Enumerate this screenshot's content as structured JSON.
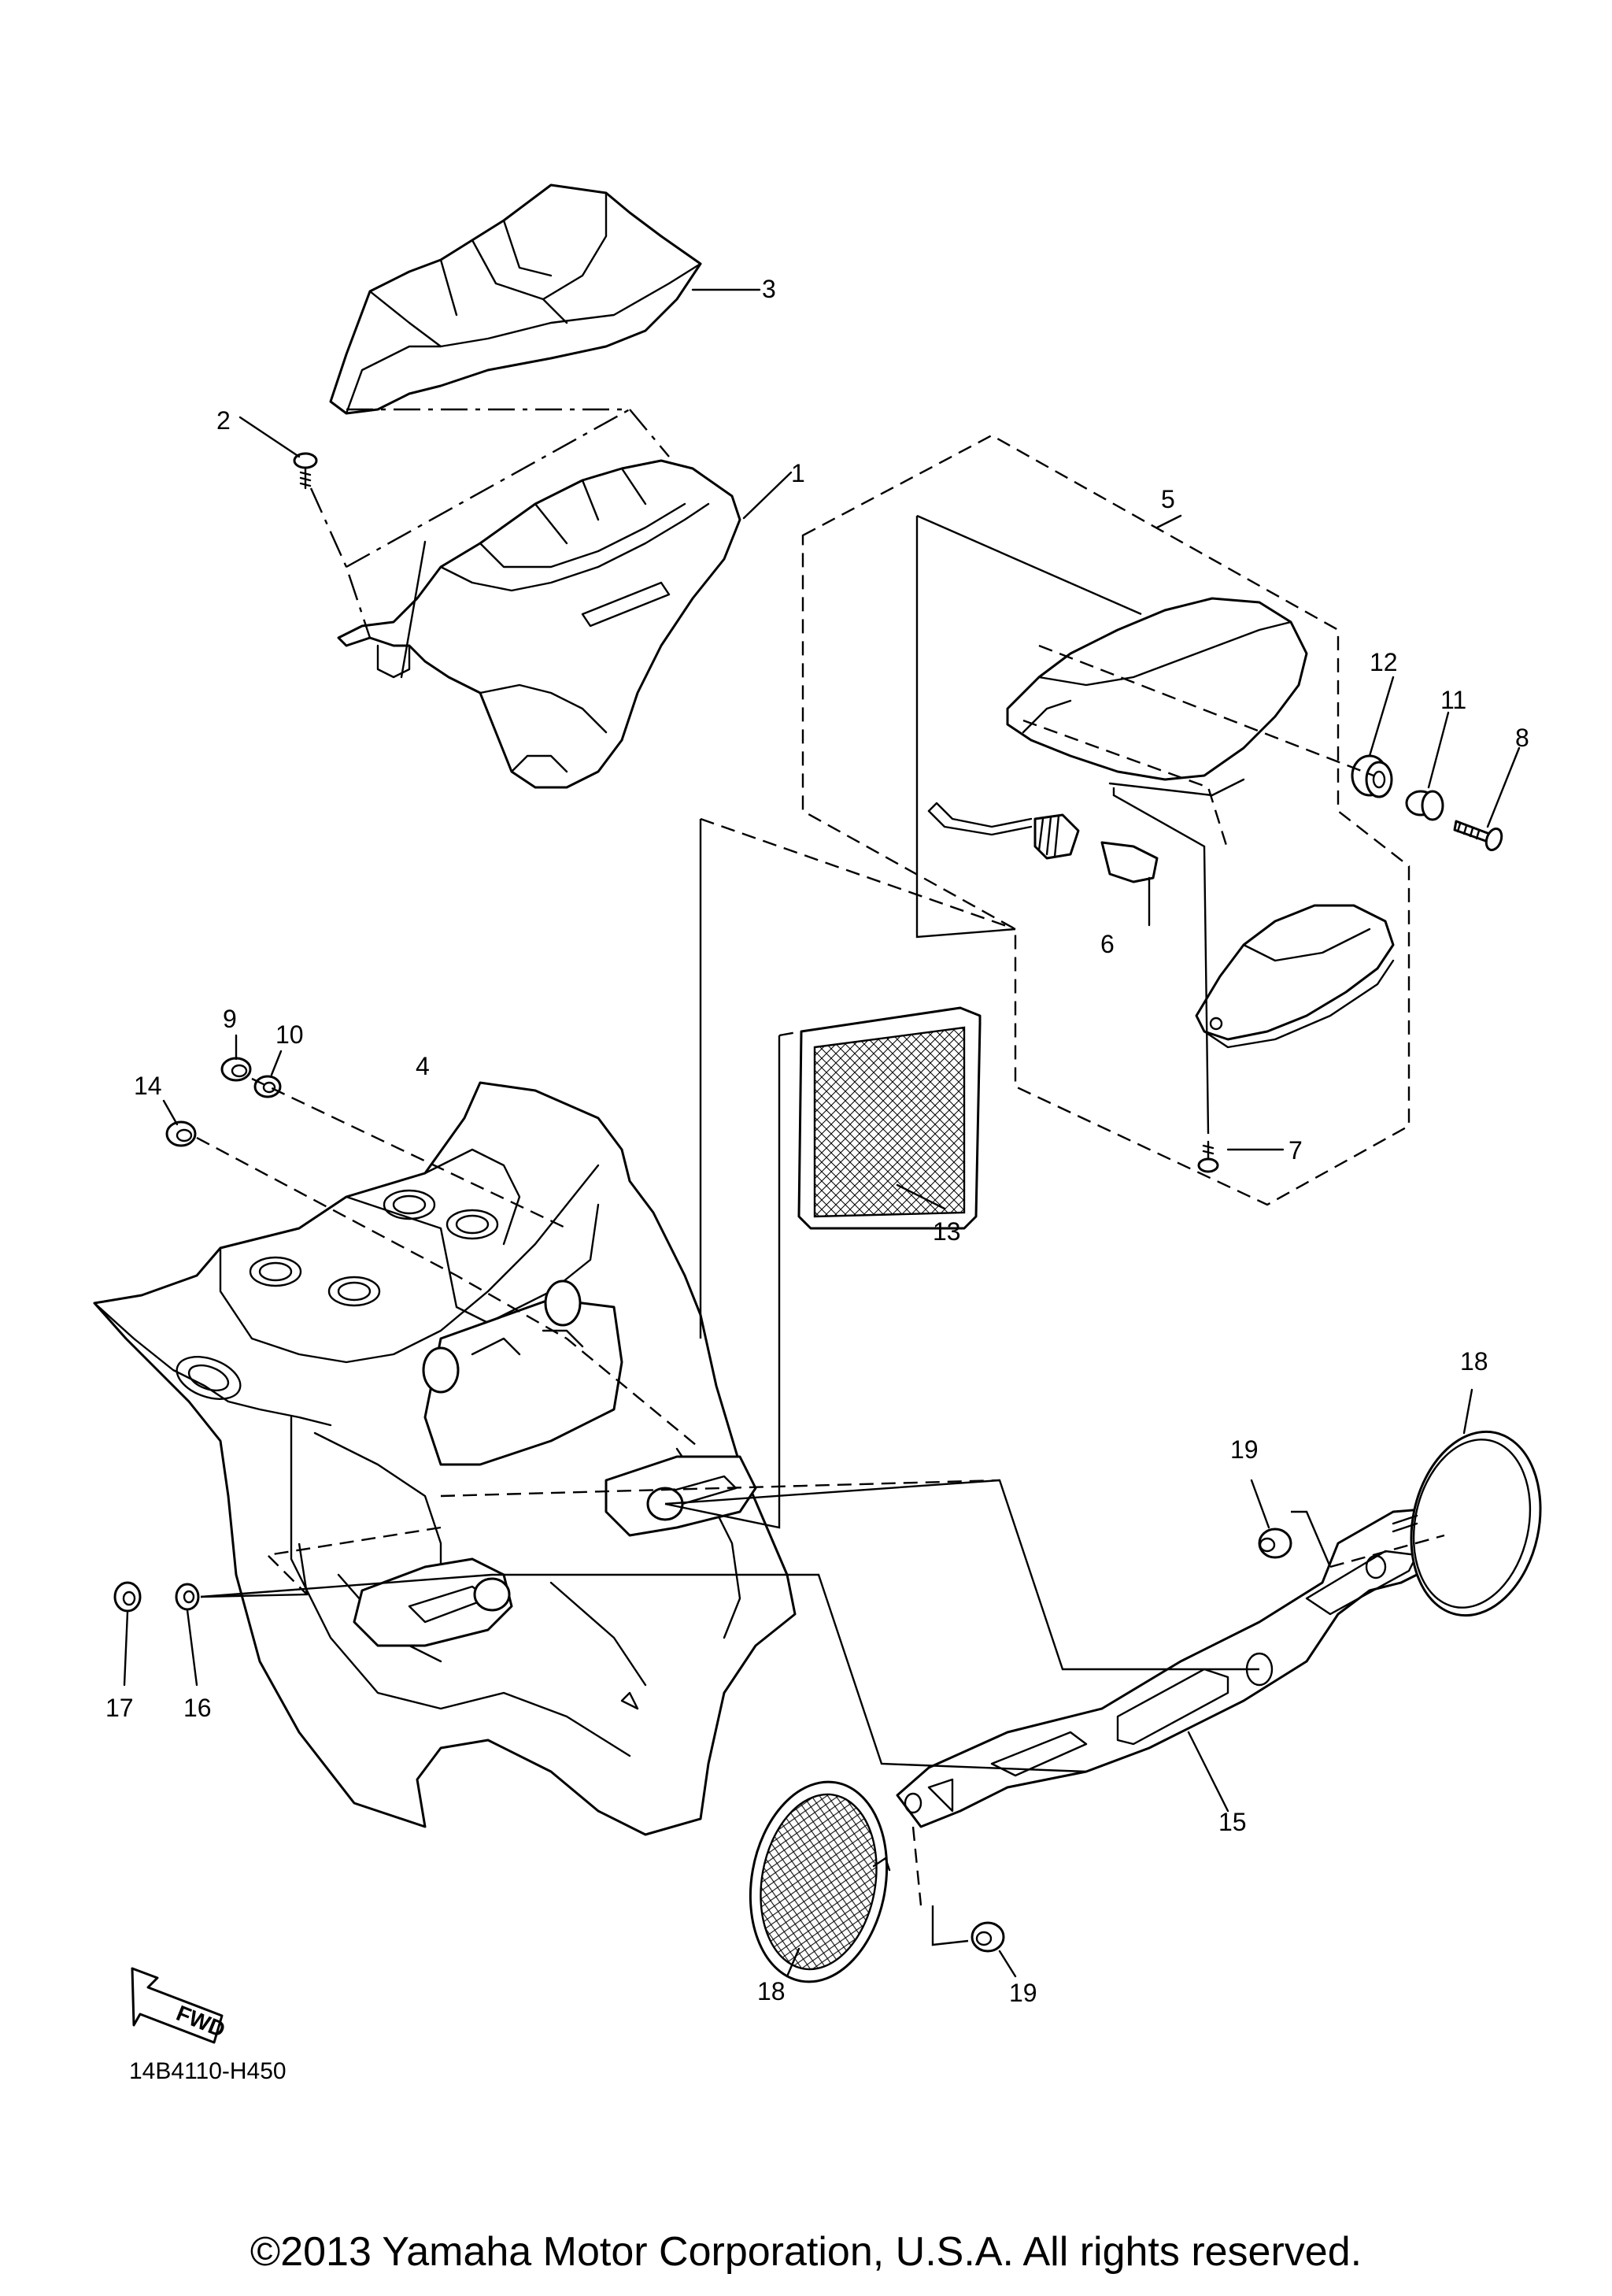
{
  "diagram_code": "14B4110-H450",
  "copyright": "©2013 Yamaha Motor Corporation, U.S.A. All rights reserved.",
  "fwd_label": "FWD",
  "callouts": [
    {
      "id": "c1",
      "label": "1"
    },
    {
      "id": "c2",
      "label": "2"
    },
    {
      "id": "c3",
      "label": "3"
    },
    {
      "id": "c4",
      "label": "4"
    },
    {
      "id": "c5",
      "label": "5"
    },
    {
      "id": "c6",
      "label": "6"
    },
    {
      "id": "c7",
      "label": "7"
    },
    {
      "id": "c8",
      "label": "8"
    },
    {
      "id": "c9",
      "label": "9"
    },
    {
      "id": "c10",
      "label": "10"
    },
    {
      "id": "c11",
      "label": "11"
    },
    {
      "id": "c12",
      "label": "12"
    },
    {
      "id": "c13",
      "label": "13"
    },
    {
      "id": "c14",
      "label": "14"
    },
    {
      "id": "c15",
      "label": "15"
    },
    {
      "id": "c16",
      "label": "16"
    },
    {
      "id": "c17",
      "label": "17"
    },
    {
      "id": "c18a",
      "label": "18"
    },
    {
      "id": "c18b",
      "label": "18"
    },
    {
      "id": "c19a",
      "label": "19"
    },
    {
      "id": "c19b",
      "label": "19"
    }
  ]
}
